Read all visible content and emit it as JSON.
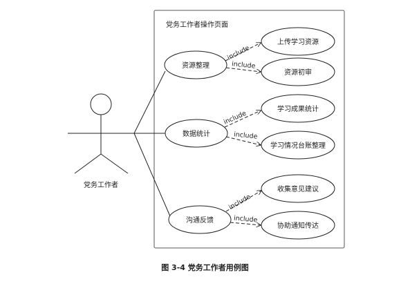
{
  "system": {
    "title": "党务工作者操作页面"
  },
  "actor": {
    "name": "党务工作者"
  },
  "use_cases": {
    "resource_manage": "资源整理",
    "data_stats": "数据统计",
    "communicate": "沟通反馈",
    "upload_resource": "上传学习资源",
    "review_resource": "资源初审",
    "learning_stats": "学习成果统计",
    "learning_ledger": "学习情况台账整理",
    "collect_feedback": "收集意见建议",
    "assist_notify": "协助通知传达"
  },
  "relation": {
    "include": "include"
  },
  "caption": "图 3-4  党务工作者用例图"
}
